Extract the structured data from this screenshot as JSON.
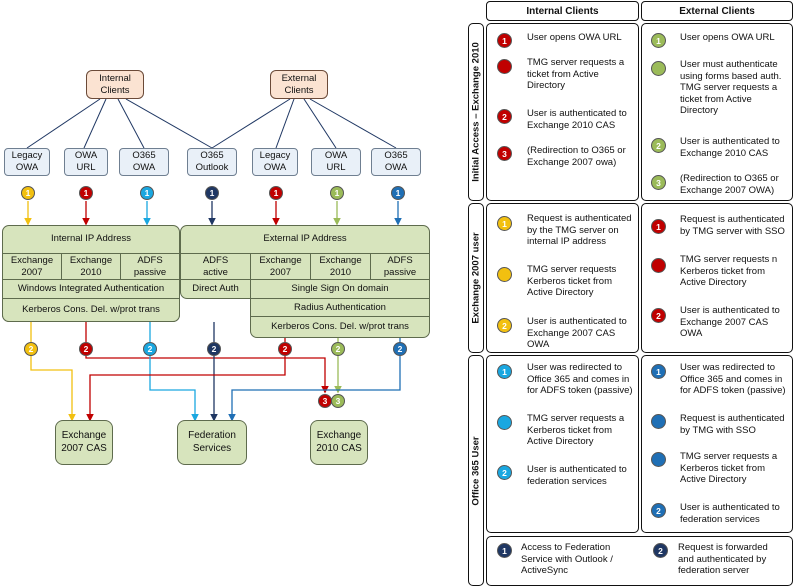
{
  "colors": {
    "internal_yellow": "#f2c010",
    "red": "#c00000",
    "blue_light": "#1aa7e0",
    "navy": "#1f3763",
    "green_light": "#9bbb59",
    "blue": "#1f6fb5",
    "box_green": "#d7e4bd",
    "client_peach": "#fbe3d2",
    "app_blue": "#e9f0f8"
  },
  "diagram": {
    "clients": {
      "internal": "Internal\nClients",
      "external": "External\nClients"
    },
    "apps": [
      {
        "label": "Legacy\nOWA"
      },
      {
        "label": "OWA\nURL"
      },
      {
        "label": "O365\nOWA"
      },
      {
        "label": "O365\nOutlook"
      },
      {
        "label": "Legacy\nOWA"
      },
      {
        "label": "OWA\nURL"
      },
      {
        "label": "O365\nOWA"
      }
    ],
    "top_badges": [
      {
        "n": "1",
        "color": "#f2c010"
      },
      {
        "n": "1",
        "color": "#c00000"
      },
      {
        "n": "1",
        "color": "#1aa7e0"
      },
      {
        "n": "1",
        "color": "#1f3763"
      },
      {
        "n": "1",
        "color": "#c00000"
      },
      {
        "n": "1",
        "color": "#9bbb59"
      },
      {
        "n": "1",
        "color": "#1f6fb5"
      }
    ],
    "internal_ip": "Internal IP Address",
    "external_ip": "External IP Address",
    "int_cells": [
      "Exchange\n2007",
      "Exchange\n2010",
      "ADFS\npassive"
    ],
    "ext_cells": [
      "ADFS\nactive",
      "Exchange\n2007",
      "Exchange\n2010",
      "ADFS\npassive"
    ],
    "wia": "Windows Integrated Authentication",
    "kcd_int": "Kerberos Cons. Del. w/prot trans",
    "direct_auth": "Direct Auth",
    "sso": "Single Sign On domain",
    "radius": "Radius Authentication",
    "kcd_ext": "Kerberos Cons. Del. w/prot trans",
    "bottom_badges": [
      {
        "n": "2",
        "color": "#f2c010"
      },
      {
        "n": "2",
        "color": "#c00000"
      },
      {
        "n": "2",
        "color": "#1aa7e0"
      },
      {
        "n": "2",
        "color": "#1f3763"
      },
      {
        "n": "2",
        "color": "#c00000"
      },
      {
        "n": "2",
        "color": "#9bbb59"
      },
      {
        "n": "2",
        "color": "#1f6fb5"
      }
    ],
    "dest_badges": [
      {
        "n": "3",
        "color": "#c00000"
      },
      {
        "n": "3",
        "color": "#9bbb59"
      }
    ],
    "destinations": {
      "ex2007": "Exchange\n2007 CAS",
      "fed": "Federation\nServices",
      "ex2010": "Exchange\n2010 CAS"
    }
  },
  "table": {
    "col_internal": "Internal Clients",
    "col_external": "External Clients",
    "row1_label": "Initial Access – Exchange 2010",
    "row2_label": "Exchange 2007 user",
    "row3_label": "Office 365 User",
    "row1_int": [
      {
        "n": "1",
        "color": "#c00000",
        "text": "User opens OWA URL"
      },
      {
        "n": "",
        "color": "#c00000",
        "text": "TMG server requests a\nticket from Active\nDirectory"
      },
      {
        "n": "2",
        "color": "#c00000",
        "text": "User is authenticated to\nExchange 2010 CAS"
      },
      {
        "n": "3",
        "color": "#c00000",
        "text": "(Redirection to O365 or\nExchange 2007 owa)"
      }
    ],
    "row1_ext": [
      {
        "n": "1",
        "color": "#9bbb59",
        "text": "User opens OWA URL"
      },
      {
        "n": "",
        "color": "#9bbb59",
        "text": "User must authenticate\nusing forms based auth.\nTMG server requests a\nticket from Active\nDirectory"
      },
      {
        "n": "2",
        "color": "#9bbb59",
        "text": "User is authenticated to\nExchange 2010 CAS"
      },
      {
        "n": "3",
        "color": "#9bbb59",
        "text": "(Redirection to O365 or\nExchange 2007 OWA)"
      }
    ],
    "row2_int": [
      {
        "n": "1",
        "color": "#f2c010",
        "text": "Request is authenticated\nby the TMG server on\ninternal IP address"
      },
      {
        "n": "",
        "color": "#f2c010",
        "text": "TMG server requests\nKerberos ticket from\nActive Directory"
      },
      {
        "n": "2",
        "color": "#f2c010",
        "text": "User is authenticated to\nExchange 2007 CAS\nOWA"
      }
    ],
    "row2_ext": [
      {
        "n": "1",
        "color": "#c00000",
        "text": "Request is authenticated\nby TMG server with SSO"
      },
      {
        "n": "",
        "color": "#c00000",
        "text": "TMG server requests n\nKerberos ticket from\nActive Directory"
      },
      {
        "n": "2",
        "color": "#c00000",
        "text": "User is authenticated to\nExchange 2007 CAS\nOWA"
      }
    ],
    "row3_int": [
      {
        "n": "1",
        "color": "#1aa7e0",
        "text": "User was redirected to\nOffice 365 and comes in\nfor ADFS token (passive)"
      },
      {
        "n": "",
        "color": "#1aa7e0",
        "text": "TMG server requests a\nKerberos ticket from\nActive Directory"
      },
      {
        "n": "2",
        "color": "#1aa7e0",
        "text": "User is authenticated to\nfederation services"
      }
    ],
    "row3_ext": [
      {
        "n": "1",
        "color": "#1f6fb5",
        "text": "User was redirected to\nOffice 365 and comes in\nfor ADFS token (passive)"
      },
      {
        "n": "",
        "color": "#1f6fb5",
        "text": "Request is authenticated\nby TMG with SSO"
      },
      {
        "n": "",
        "color": "#1f6fb5",
        "text": "TMG server requests a\nKerberos ticket from\nActive Directory"
      },
      {
        "n": "2",
        "color": "#1f6fb5",
        "text": "User is authenticated to\nfederation services"
      }
    ],
    "bottom": [
      {
        "n": "1",
        "color": "#1f3763",
        "text": "Access to Federation\nService with Outlook /\nActiveSync"
      },
      {
        "n": "2",
        "color": "#1f3763",
        "text": "Request is forwarded\nand authenticated by\nfederation server"
      }
    ]
  }
}
